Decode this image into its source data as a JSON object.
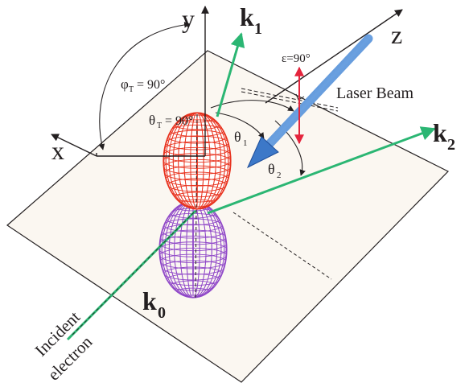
{
  "labels": {
    "y_axis": "y",
    "z_axis": "z",
    "x_axis": "x",
    "k1_main": "k",
    "k1_sub": "1",
    "k2_main": "k",
    "k2_sub": "2",
    "k0_main": "k",
    "k0_sub": "0",
    "phi_main": "φ",
    "phi_sub": "T",
    "phi_value": " = 90°",
    "theta_t_main": "θ",
    "theta_t_sub": "T",
    "theta_t_value": " = 90°",
    "theta1_main": "θ",
    "theta1_sub": "1",
    "theta2_main": "θ",
    "theta2_sub": "2",
    "epsilon": "ε=90°",
    "laser_beam": "Laser Beam",
    "incident": "Incident",
    "electron": "electron"
  },
  "colors": {
    "plane_fill": "#fbf7f1",
    "green_vector": "#2bb673",
    "red_lobe": "#e8321e",
    "purple_lobe": "#9048c8",
    "laser_blue": "#3c78c8",
    "polarization_red": "#e4243c",
    "ink": "#231f20"
  },
  "icons": {
    "laser_arrow": "laser-beam-arrow-icon",
    "polarization_arrow": "polarization-double-arrow-icon"
  }
}
